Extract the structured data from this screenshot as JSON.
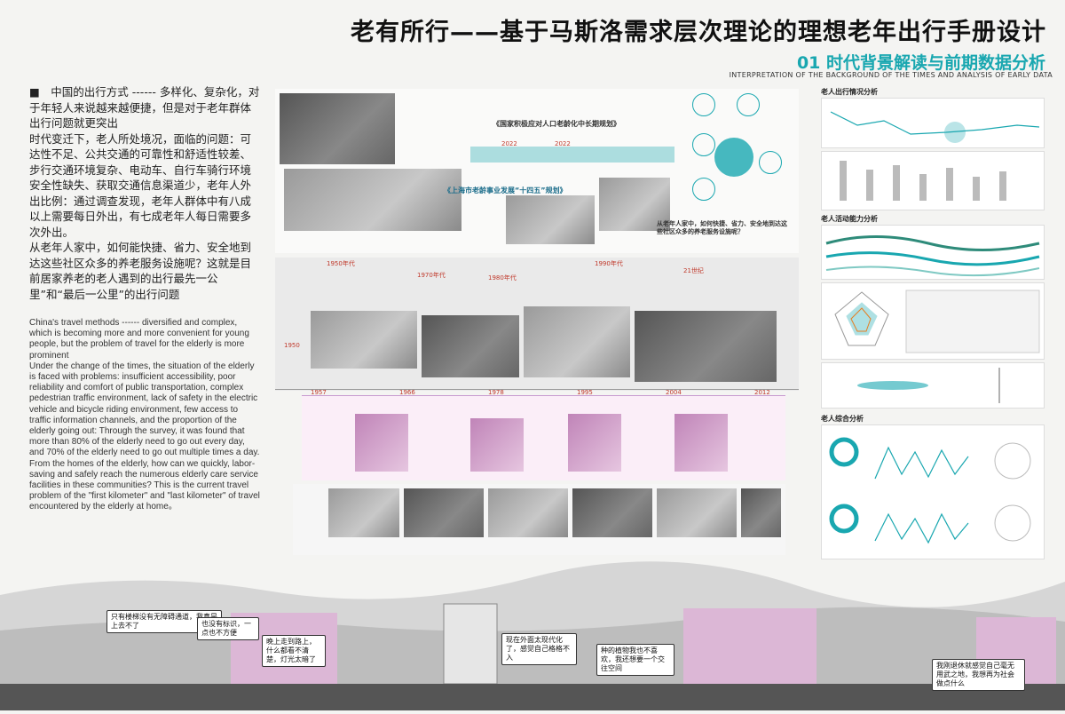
{
  "title": "老有所行——基于马斯洛需求层次理论的理想老年出行手册设计",
  "subtitle": "01 时代背景解读与前期数据分析",
  "subtitle_en": "INTERPRETATION OF THE BACKGROUND OF THE TIMES AND ANALYSIS OF EARLY DATA",
  "cn_text": [
    "■　中国的出行方式 ------ 多样化、复杂化，对于年轻人来说越来越便捷，但是对于老年群体出行问题就更突出",
    "时代变迁下，老人所处境况，面临的问题：可达性不足、公共交通的可靠性和舒适性较差、步行交通环境复杂、电动车、自行车骑行环境安全性缺失、获取交通信息渠道少，老年人外出比例：通过调查发现，老年人群体中有八成以上需要每日外出，有七成老年人每日需要多次外出。",
    "从老年人家中，如何能快捷、省力、安全地到达这些社区众多的养老服务设施呢？这就是目前居家养老的老人遇到的出行最先一公里”和“最后一公里”的出行问题"
  ],
  "en_text": [
    "China's travel methods ------ diversified and complex, which is becoming more and more convenient for young people, but the problem of travel for the elderly is more prominent",
    "Under the change of the times, the situation of the elderly is faced with problems: insufficient accessibility, poor reliability and comfort of public transportation, complex pedestrian traffic environment, lack of safety in the electric vehicle and bicycle riding environment, few access to traffic information channels, and the proportion of the elderly going out: Through the survey, it was found that more than 80% of the elderly need to go out every day, and 70% of the elderly need to go out multiple times a day.",
    "From the homes of the elderly, how can we quickly, labor-saving and safely reach the numerous elderly care service facilities in these communities? This is the current travel problem of the \"first kilometer\" and \"last kilometer\" of travel encountered by the elderly at home。"
  ],
  "history": {
    "policy_1": "《国家积极应对人口老龄化中长期规划》",
    "policy_2": "《上海市老龄事业发展“十四五”规划》",
    "year_2022a": "2022",
    "year_2022b": "2022",
    "caption_mid": "从老年人家中，如何快捷、省力、安全地到达这些社区众多的养老服务设施呢？",
    "years": [
      "1950",
      "1950年代",
      "1970年代",
      "1980年代",
      "1990年代",
      "21世纪"
    ],
    "timeline": [
      "1957",
      "1966",
      "1978",
      "1995",
      "2004",
      "2012"
    ]
  },
  "right": {
    "s1": "老人出行情况分析",
    "s2": "老人活动能力分析",
    "s3": "老人综合分析"
  },
  "bubbles": {
    "b1": "只有楼梯没有无障碍通道，我真是上去不了",
    "b2": "也没有标识，一点也不方便",
    "b3": "晚上走到路上，什么都看不清楚，灯光太暗了",
    "b4": "现在外面太现代化了，感觉自己格格不入",
    "b5": "种的植物我也不喜欢，我还想要一个交往空间",
    "b6": "我刚退休就感觉自己毫无用武之地，我想再为社会做点什么"
  },
  "colors": {
    "accent": "#19a7b0",
    "pink": "#c084b8",
    "red": "#c0392b"
  }
}
